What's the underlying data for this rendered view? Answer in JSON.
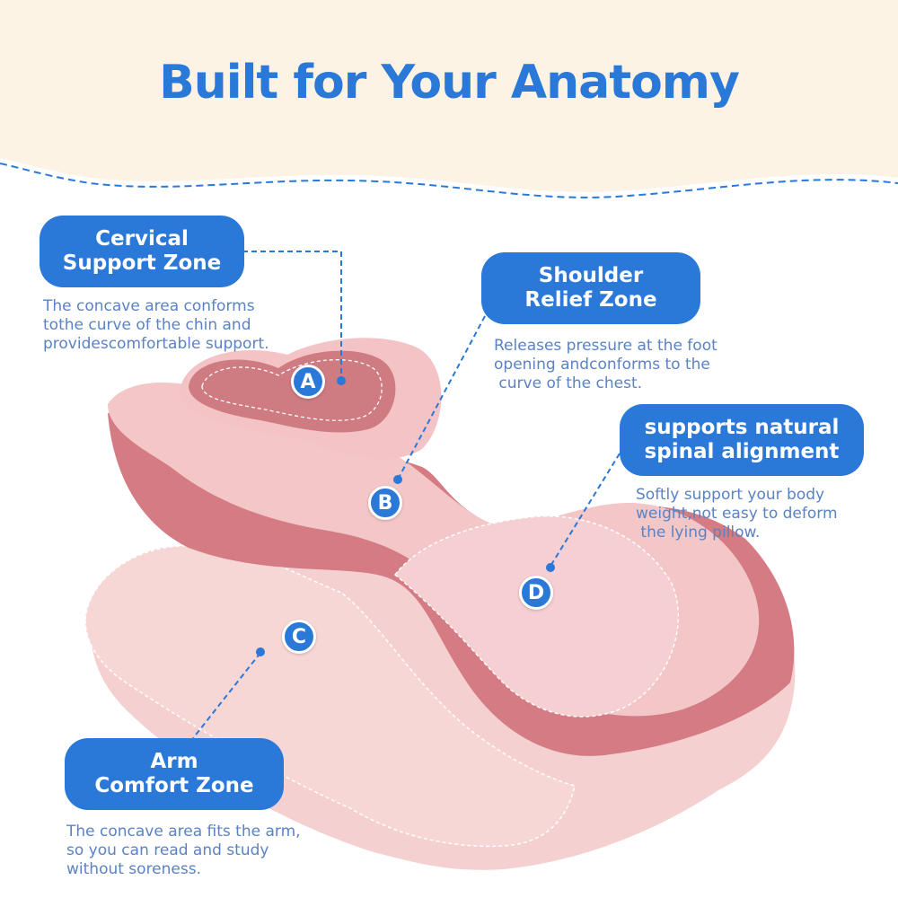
{
  "title": "Built for Your Anatomy",
  "zones": [
    {
      "marker": "A",
      "label_line1": "Cervical",
      "label_line2": "Support Zone",
      "description": "The concave area conforms\ntothe curve of the chin and\nprovidescomfortable support."
    },
    {
      "marker": "B",
      "label_line1": "Shoulder",
      "label_line2": "Relief Zone",
      "description": "Releases pressure at the foot\nopening andconforms to the\n curve of the chest."
    },
    {
      "marker": "C",
      "label_line1": "Arm",
      "label_line2": "Comfort Zone",
      "description": "The concave area fits the arm,\nso you can read and study\nwithout soreness."
    },
    {
      "marker": "D",
      "label_line1": "supports natural",
      "label_line2": "spinal alignment",
      "description": "Softly support your body\nweight,not easy to deform\n the lying pillow."
    }
  ],
  "colors": {
    "accent": "#2a78d8",
    "banner": "#fdf3e4",
    "description_text": "#5a82c4",
    "pillow_light": "#f3c6c8",
    "pillow_dark": "#d47b84"
  }
}
